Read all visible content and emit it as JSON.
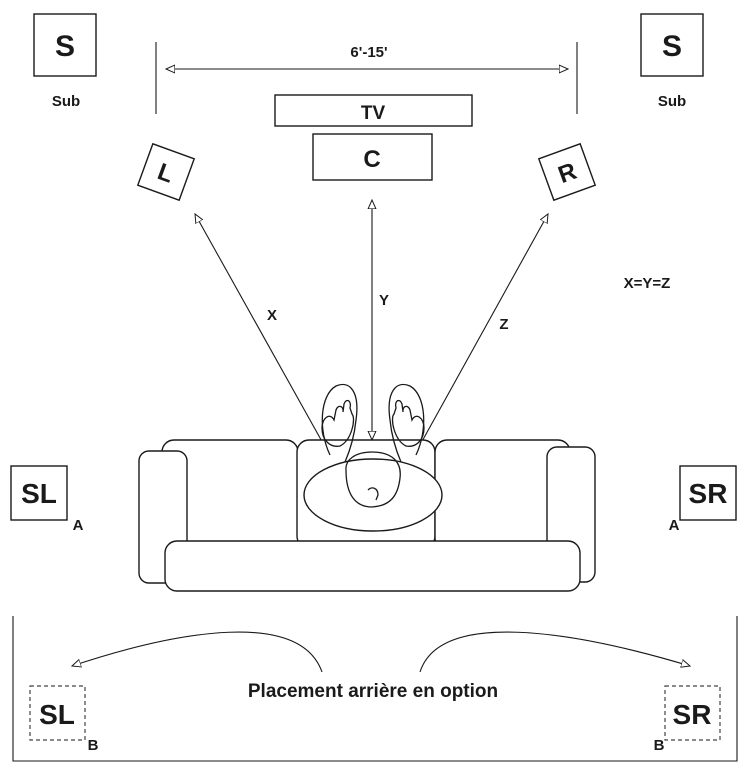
{
  "speakers": {
    "sub_left": {
      "letter": "S",
      "caption": "Sub"
    },
    "sub_right": {
      "letter": "S",
      "caption": "Sub"
    },
    "tv": "TV",
    "center": "C",
    "front_left": "L",
    "front_right": "R",
    "surround_left": {
      "letter": "SL",
      "tag": "A"
    },
    "surround_right": {
      "letter": "SR",
      "tag": "A"
    },
    "rear_left": {
      "letter": "SL",
      "tag": "B"
    },
    "rear_right": {
      "letter": "SR",
      "tag": "B"
    }
  },
  "measurements": {
    "width_range": "6'-15'",
    "x_label": "X",
    "y_label": "Y",
    "z_label": "Z",
    "equation": "X=Y=Z"
  },
  "rear_option_caption": "Placement arrière en option"
}
